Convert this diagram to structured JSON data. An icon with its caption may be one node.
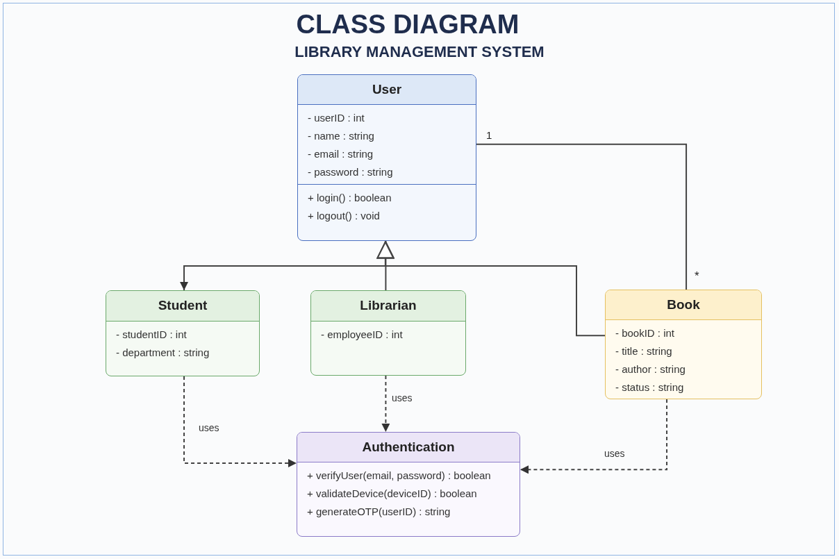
{
  "diagram": {
    "title": "CLASS DIAGRAM",
    "nodes": [
      {
        "text": [
          "User",
          "- userID : int",
          "- name : string",
          "- email : string",
          "- password : string",
          "+ login() : boolean",
          "+ logout() : void"
        ]
      },
      {
        "text": [
          "Student",
          "- studentID : int",
          "- department : string"
        ]
      },
      {
        "text": [
          "Librarian",
          "- employeeID : int"
        ]
      },
      {
        "text": [
          "Book",
          "- bookID : int",
          "- title : string",
          "- author : string",
          "- status : string"
        ]
      },
      {
        "text": [
          "Authentication",
          "+ verifyUser(email, password) : boolean",
          "+ validateDevice(deviceID) : boolean",
          "+ generateOTP(userID) : string"
        ]
      }
    ],
    "edges": [
      {
        "from": 1,
        "to": 0,
        "arrow": "both"
      },
      {
        "from": 2,
        "to": 0,
        "arrow": "to"
      },
      {
        "from": 3,
        "to": 0,
        "arrow": "to"
      },
      {
        "from": 0,
        "to": 3,
        "arrow": "none"
      },
      {
        "from": 1,
        "to": 4,
        "arrow": "to",
        "label": "uses",
        "style": "dashed"
      },
      {
        "from": 2,
        "to": 4,
        "arrow": "to",
        "label": "uses",
        "style": "dashed"
      },
      {
        "from": 3,
        "to": 4,
        "arrow": "to",
        "label": "uses",
        "style": "dashed"
      }
    ],
    "labels": [
      "LIBRARY MANAGEMENT SYSTEM",
      "1",
      "*"
    ]
  }
}
